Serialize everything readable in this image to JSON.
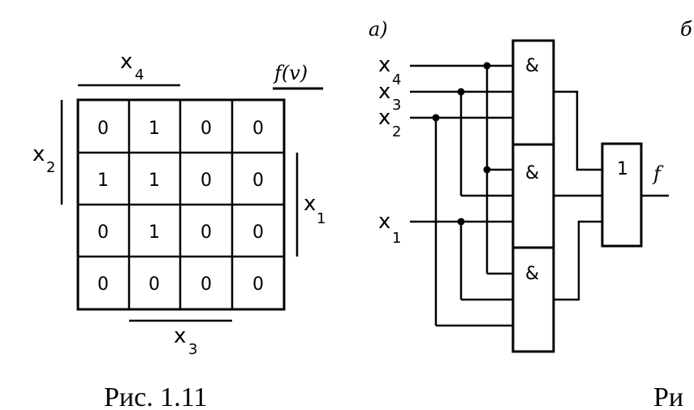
{
  "kmap": {
    "title": "f(v)",
    "cells": [
      [
        "0",
        "1",
        "0",
        "0"
      ],
      [
        "1",
        "1",
        "0",
        "0"
      ],
      [
        "0",
        "1",
        "0",
        "0"
      ],
      [
        "0",
        "0",
        "0",
        "0"
      ]
    ],
    "labels": {
      "x4": {
        "base": "x",
        "sub": "4"
      },
      "x2": {
        "base": "x",
        "sub": "2"
      },
      "x1": {
        "base": "x",
        "sub": "1"
      },
      "x3": {
        "base": "x",
        "sub": "3"
      }
    }
  },
  "circuit": {
    "panel_label": "a)",
    "panel_label_b": "б",
    "inputs": [
      {
        "base": "x",
        "sub": "4"
      },
      {
        "base": "x",
        "sub": "3"
      },
      {
        "base": "x",
        "sub": "2"
      },
      {
        "base": "x",
        "sub": "1"
      }
    ],
    "and_gates": [
      "&",
      "&",
      "&"
    ],
    "or_gate": "1",
    "output": "f"
  },
  "captions": {
    "left": "Рис. 1.11",
    "right": "Ри"
  }
}
